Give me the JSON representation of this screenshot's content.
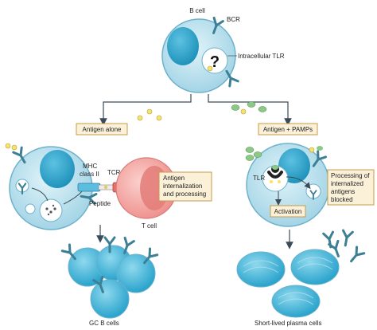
{
  "labels": {
    "b_cell": "B cell",
    "bcr": "BCR",
    "intracellular_tlr": "Intracellular TLR",
    "question": "?",
    "antigen_alone": "Antigen alone",
    "antigen_pamps": "Antigen + PAMPs",
    "mhc_line1": "MHC",
    "mhc_line2": "class II",
    "tcr": "TCR",
    "peptide": "Peptide",
    "t_cell": "T cell",
    "internalization": [
      "Antigen",
      "internalization",
      "and processing"
    ],
    "tlr": "TLR",
    "activation": "Activation",
    "blocked": [
      "Processing of",
      "internalized",
      "antigens",
      "blocked"
    ],
    "gc_b_cells": "GC B cells",
    "plasma_cells": "Short-lived plasma cells"
  },
  "colors": {
    "cell_fill": "#bfe3ef",
    "cell_stroke": "#6db1cc",
    "nucleus": "#43aacd",
    "receptor": "#3d7f94",
    "t_cell_fill": "#f3a7a4",
    "t_cell_nucleus": "#e06d6a",
    "antigen_yellow": "#f7e26b",
    "pamp_green": "#8cc986",
    "box_fill": "#fbf1d8",
    "box_stroke": "#c89b4b",
    "arrow": "#3a4b57"
  }
}
